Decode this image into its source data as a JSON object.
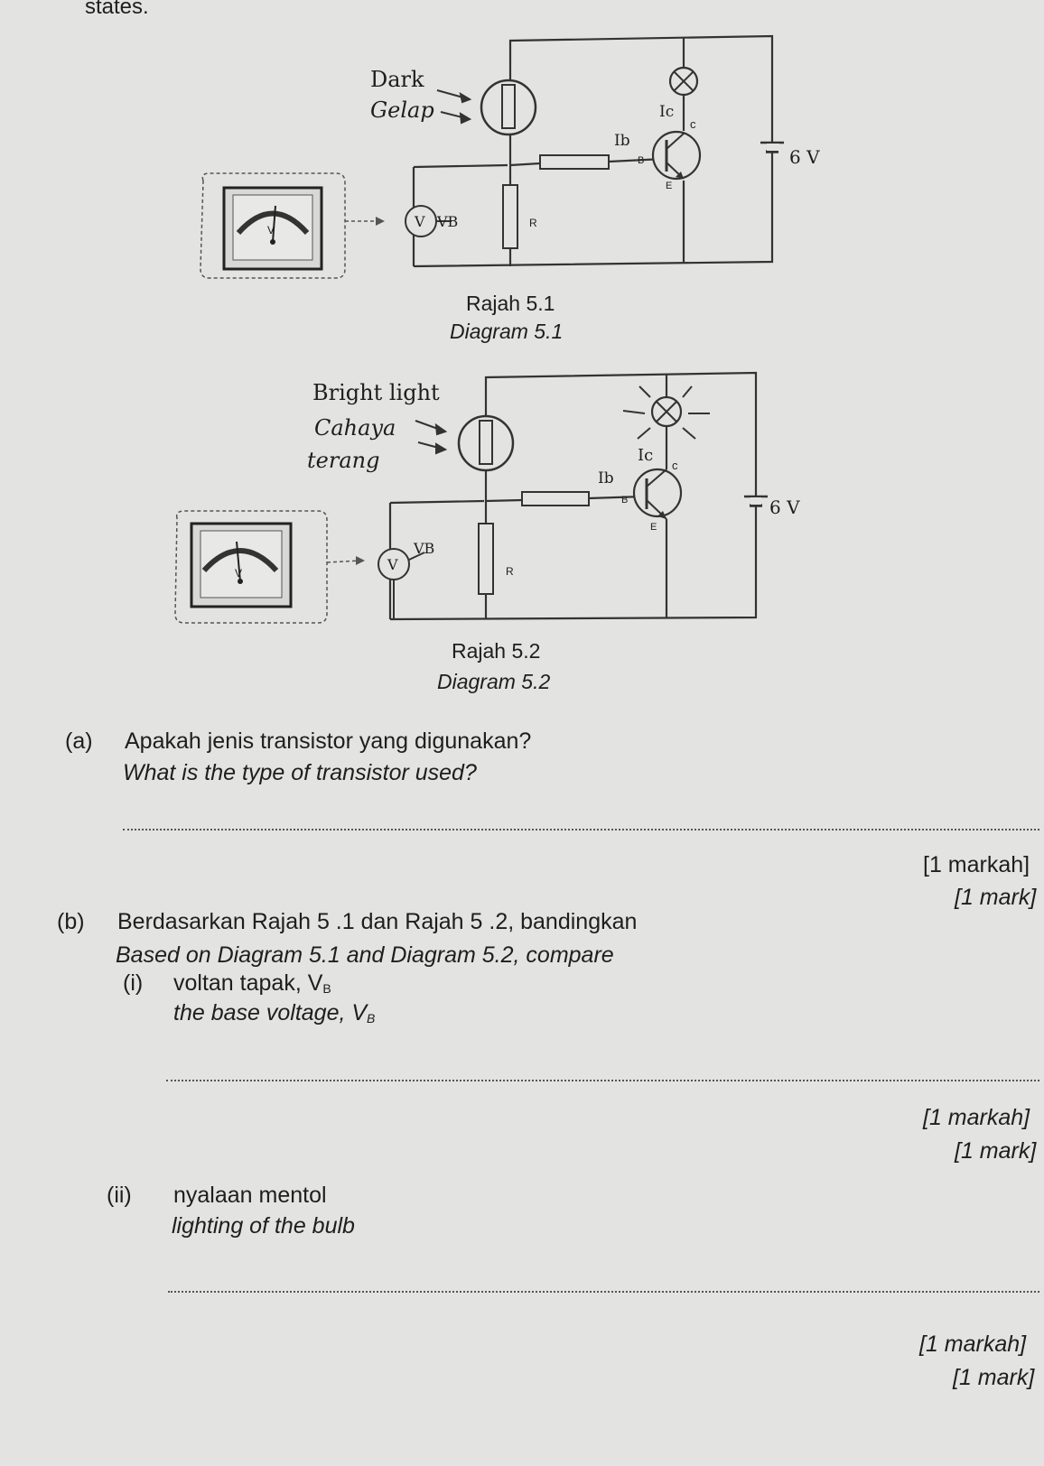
{
  "header_text": "states.",
  "diagram1": {
    "label_dark": "Dark",
    "label_gelap": "Gelap",
    "label_ic": "Ic",
    "label_c": "c",
    "label_ib": "Ib",
    "label_b": "B",
    "label_e": "E",
    "label_r": "R",
    "label_voltage": "6 V",
    "label_v": "V",
    "label_vb": "VB",
    "caption_ms": "Rajah 5.1",
    "caption_en": "Diagram 5.1"
  },
  "diagram2": {
    "label_bright": "Bright light",
    "label_cahaya": "Cahaya",
    "label_terang": "terang",
    "label_ic": "Ic",
    "label_c": "c",
    "label_ib": "Ib",
    "label_b": "B",
    "label_e": "E",
    "label_r": "R",
    "label_voltage": "6 V",
    "label_v": "V",
    "label_vb": "VB",
    "caption_ms": "Rajah 5.2",
    "caption_en": "Diagram 5.2"
  },
  "question_a": {
    "number": "(a)",
    "text_ms": "Apakah jenis transistor yang digunakan?",
    "text_en": "What is the type of transistor used?",
    "marks_ms": "[1 markah]",
    "marks_en": "[1 mark]"
  },
  "question_b": {
    "number": "(b)",
    "text_ms": "Berdasarkan Rajah 5 .1 dan Rajah 5 .2, bandingkan",
    "text_en": "Based on Diagram 5.1 and Diagram 5.2, compare",
    "part_i": {
      "number": "(i)",
      "text_ms": "voltan tapak, V",
      "text_ms_sub": "B",
      "text_en": "the base voltage, V",
      "text_en_sub": "B",
      "marks_ms": "[1 markah]",
      "marks_en": "[1 mark]"
    },
    "part_ii": {
      "number": "(ii)",
      "text_ms": "nyalaan mentol",
      "text_en": "lighting of the bulb",
      "marks_ms": "[1 markah]",
      "marks_en": "[1 mark]"
    }
  }
}
